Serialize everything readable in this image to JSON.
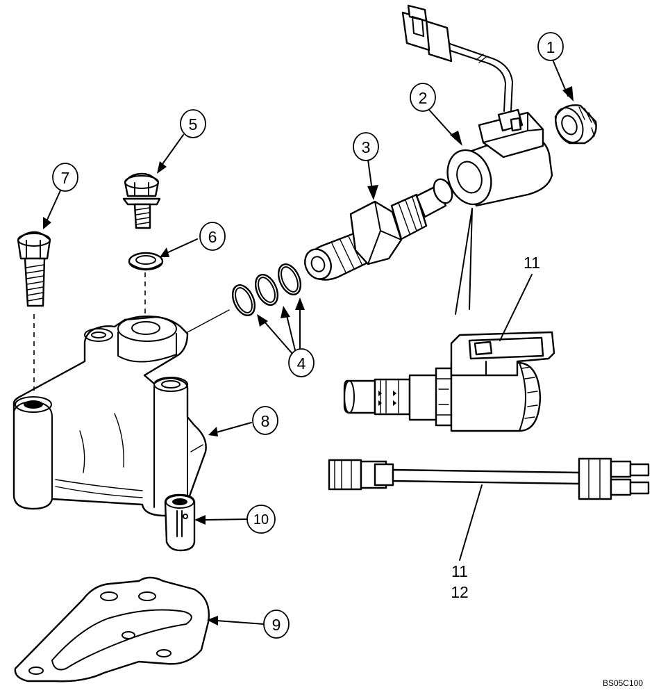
{
  "callouts": {
    "c1": "1",
    "c2": "2",
    "c3": "3",
    "c4": "4",
    "c5": "5",
    "c6": "6",
    "c7": "7",
    "c8": "8",
    "c9": "9",
    "c10": "10"
  },
  "labels": {
    "kit_11_top": "11",
    "kit_11_bottom": "11",
    "kit_12": "12"
  },
  "reference_code": "BS05C100"
}
